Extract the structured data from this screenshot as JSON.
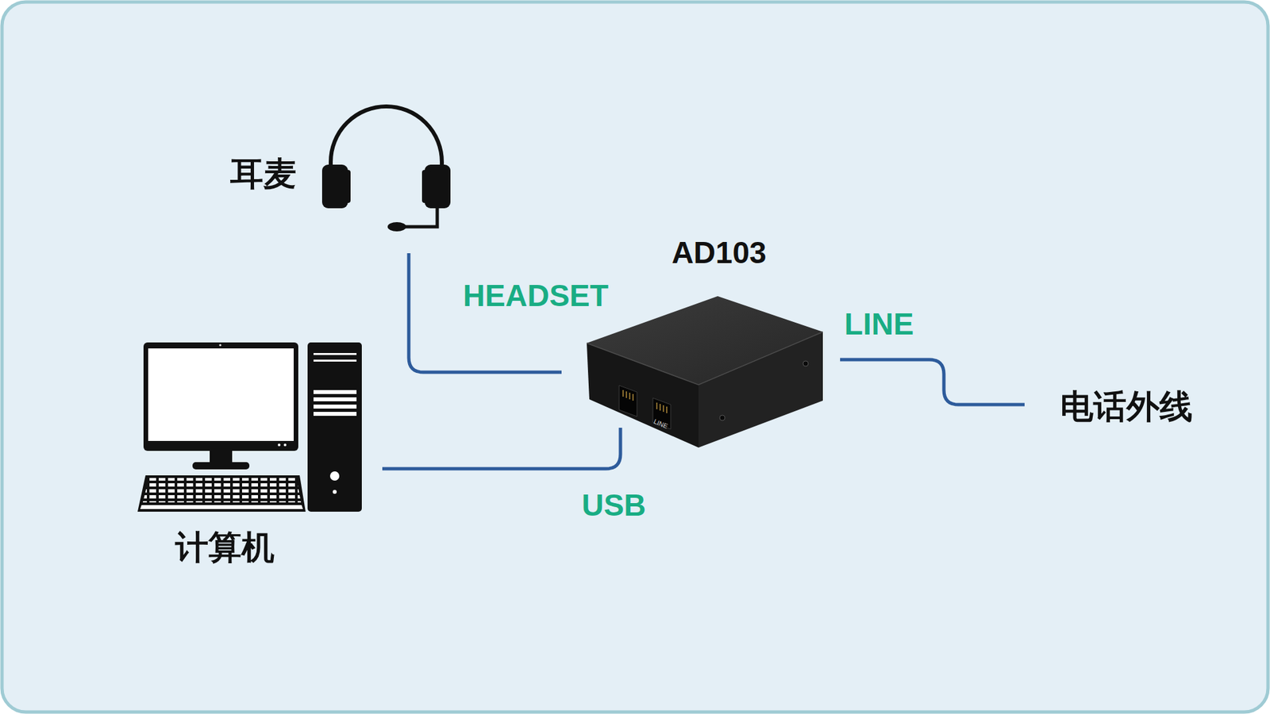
{
  "diagram": {
    "nodes": [
      {
        "text": [
          "耳麦"
        ]
      },
      {
        "text": [
          "AD103"
        ]
      },
      {
        "text": [
          "电话外线"
        ]
      },
      {
        "text": [
          "计算机"
        ]
      }
    ],
    "edges": [
      {
        "from": 0,
        "to": 1,
        "label": "HEADSET",
        "arrow": "none"
      },
      {
        "from": 3,
        "to": 1,
        "label": "USB",
        "arrow": "none"
      },
      {
        "from": 1,
        "to": 2,
        "label": "LINE",
        "arrow": "none"
      }
    ],
    "labels": [
      "LINE"
    ]
  }
}
